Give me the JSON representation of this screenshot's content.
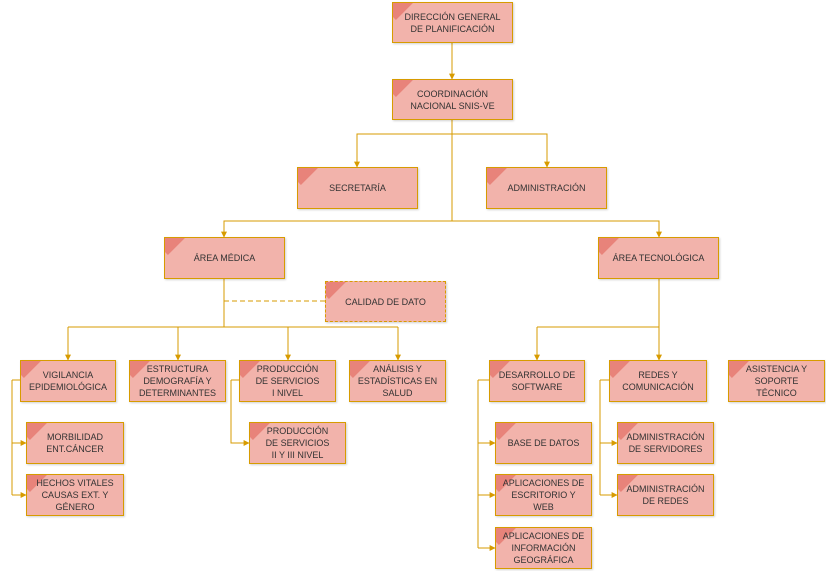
{
  "nodes": {
    "direccion": "DIRECCIÓN GENERAL\nDE PLANIFICACIÓN",
    "coordinacion": "COORDINACIÓN\nNACIONAL SNIS-VE",
    "secretaria": "SECRETARÍA",
    "administracion": "ADMINISTRACIÓN",
    "area_medica": "ÁREA MÉDICA",
    "area_tecnologica": "ÁREA TECNOLÓGICA",
    "calidad": "CALIDAD DE DATO",
    "vigilancia": "VIGILANCIA\nEPIDEMIOLÓGICA",
    "estructura": "ESTRUCTURA\nDEMOGRAFÍA Y\nDETERMINANTES",
    "produccion_1": "PRODUCCIÓN\nDE SERVICIOS\nI NIVEL",
    "analisis": "ANÁLISIS Y\nESTADÍSTICAS EN\nSALUD",
    "morbilidad": "MORBILIDAD\nENT.CÁNCER",
    "hechos_vitales": "HECHOS VITALES\nCAUSAS EXT. Y\nGÉNERO",
    "produccion_2": "PRODUCCIÓN\nDE SERVICIOS\nII Y III NIVEL",
    "desarrollo": "DESARROLLO DE\nSOFTWARE",
    "redes": "REDES Y\nCOMUNICACIÓN",
    "asistencia": "ASISTENCIA Y\nSOPORTE\nTÉCNICO",
    "base_datos": "BASE DE DATOS",
    "aplicaciones_web": "APLICACIONES DE\nESCRITORIO Y\nWEB",
    "aplicaciones_geo": "APLICACIONES DE\nINFORMACIÓN\nGEOGRÁFICA",
    "admin_servidores": "ADMINISTRACIÓN\nDE SERVIDORES",
    "admin_redes": "ADMINISTRACIÓN\nDE REDES"
  },
  "colors": {
    "node_fill": "#f2b3ab",
    "node_border": "#d79b00",
    "connector": "#d79b00",
    "tag": "#e8837a"
  }
}
